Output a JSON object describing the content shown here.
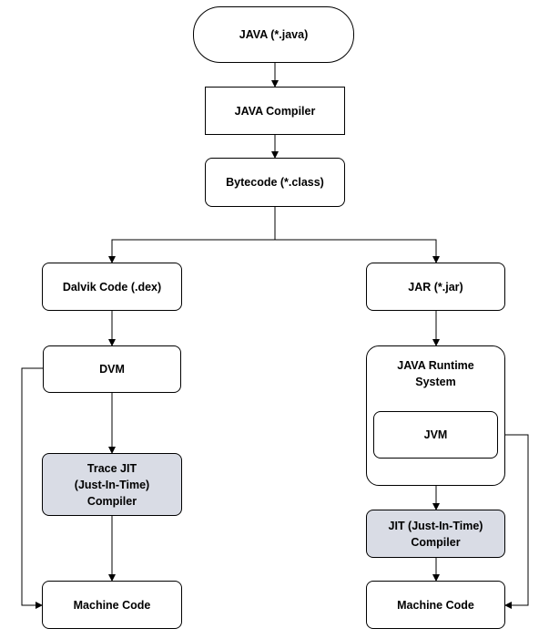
{
  "nodes": {
    "java_source": "JAVA (*.java)",
    "java_compiler": "JAVA Compiler",
    "bytecode": "Bytecode (*.class)",
    "dalvik_code": "Dalvik Code (.dex)",
    "jar": "JAR (*.jar)",
    "dvm": "DVM",
    "java_runtime_system": "JAVA Runtime\nSystem",
    "jvm": "JVM",
    "trace_jit": "Trace JIT\n(Just-In-Time)\nCompiler",
    "jit": "JIT (Just-In-Time)\nCompiler",
    "machine_code_left": "Machine Code",
    "machine_code_right": "Machine Code"
  },
  "colors": {
    "stroke": "#000000",
    "node_fill": "#ffffff",
    "jit_fill": "#d9dce5"
  }
}
